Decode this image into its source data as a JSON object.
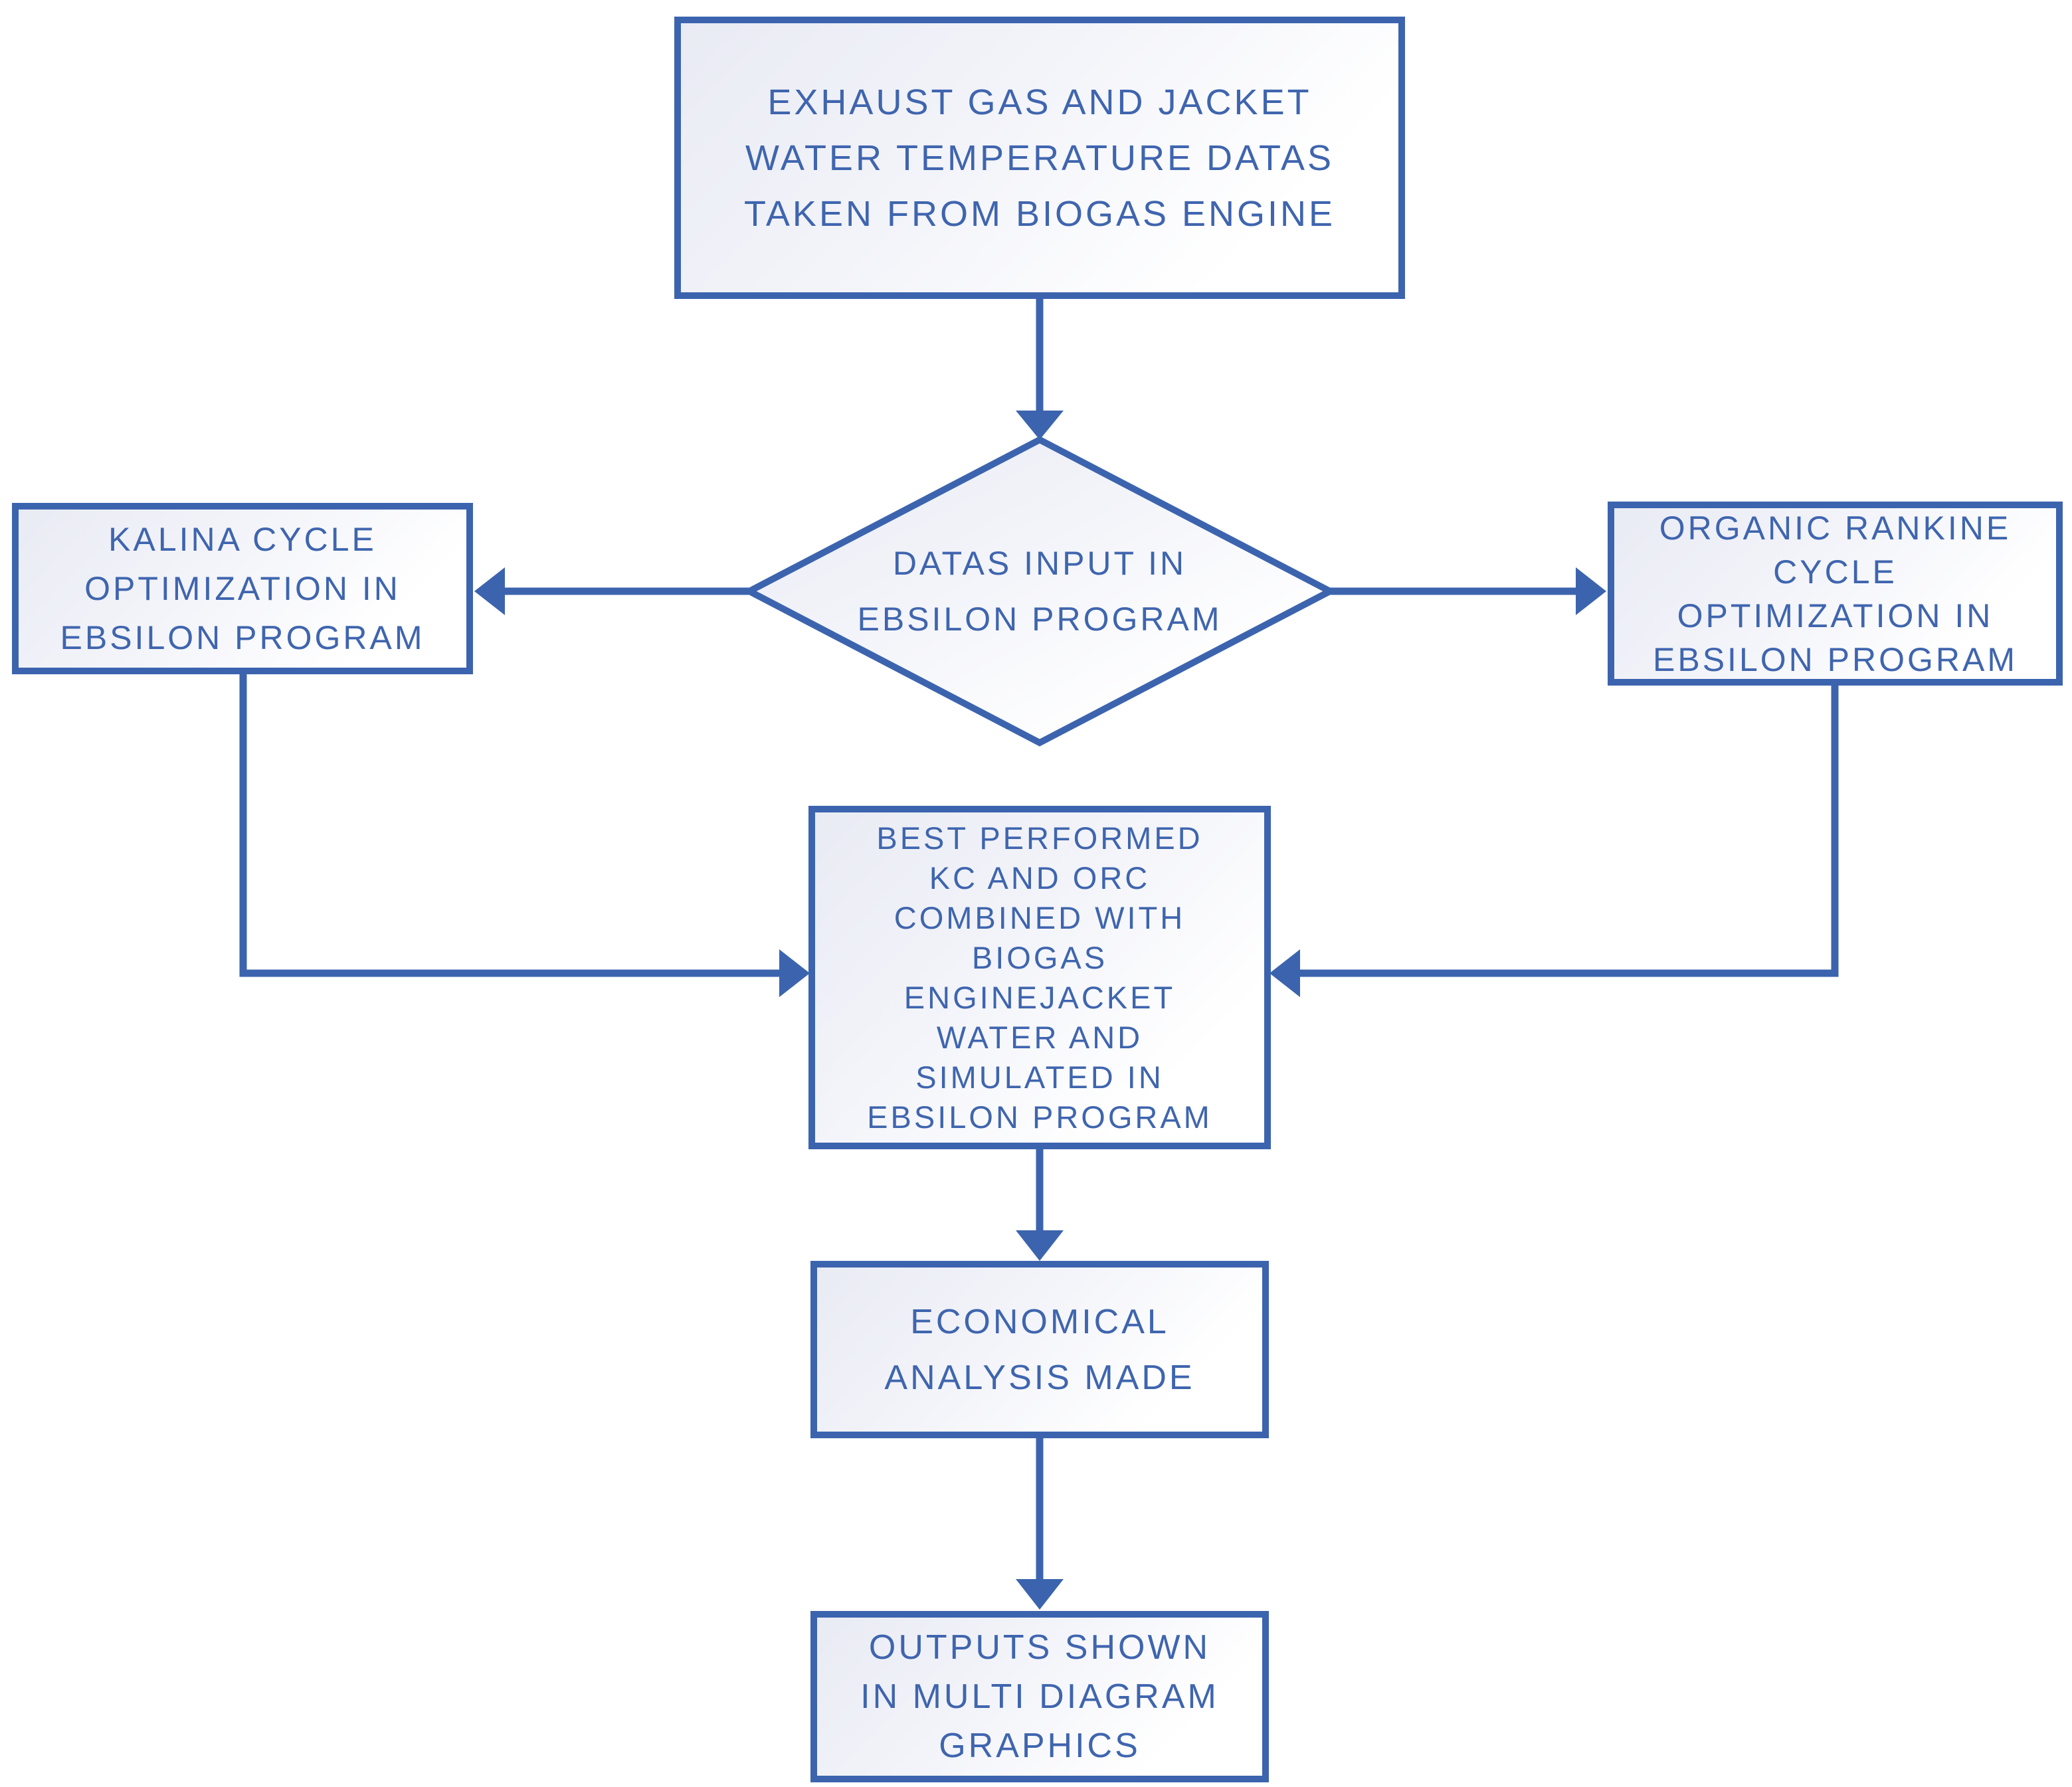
{
  "diagram": {
    "type": "flowchart",
    "colors": {
      "line": "#3C64AE",
      "text": "#3F65AE",
      "fill_light": "#E9EBF4",
      "fill_mid": "#F4F5FA",
      "fill_white": "#FFFFFF",
      "background": "#FFFFFF"
    },
    "nodes": {
      "exhaust": {
        "type": "process",
        "label": "EXHAUST GAS AND JACKET\nWATER TEMPERATURE DATAS\nTAKEN FROM BIOGAS ENGINE"
      },
      "datas_input": {
        "type": "decision",
        "label": "DATAS INPUT IN\nEBSILON PROGRAM"
      },
      "kalina": {
        "type": "process",
        "label": "KALINA CYCLE\nOPTIMIZATION IN\nEBSILON PROGRAM"
      },
      "organic_rankine": {
        "type": "process",
        "label": "ORGANIC RANKINE\nCYCLE\nOPTIMIZATION IN\nEBSILON PROGRAM"
      },
      "best_performed": {
        "type": "process",
        "label": "BEST PERFORMED\nKC AND ORC\nCOMBINED WITH\nBIOGAS\nENGINEJACKET\nWATER AND\nSIMULATED IN\nEBSILON PROGRAM"
      },
      "economical": {
        "type": "process",
        "label": "ECONOMICAL\nANALYSIS MADE"
      },
      "outputs": {
        "type": "process",
        "label": "OUTPUTS SHOWN\nIN MULTI DIAGRAM\nGRAPHICS"
      }
    },
    "edges": [
      {
        "from": "exhaust",
        "to": "datas_input"
      },
      {
        "from": "datas_input",
        "to": "kalina"
      },
      {
        "from": "datas_input",
        "to": "organic_rankine"
      },
      {
        "from": "kalina",
        "to": "best_performed"
      },
      {
        "from": "organic_rankine",
        "to": "best_performed"
      },
      {
        "from": "best_performed",
        "to": "economical"
      },
      {
        "from": "economical",
        "to": "outputs"
      }
    ]
  }
}
